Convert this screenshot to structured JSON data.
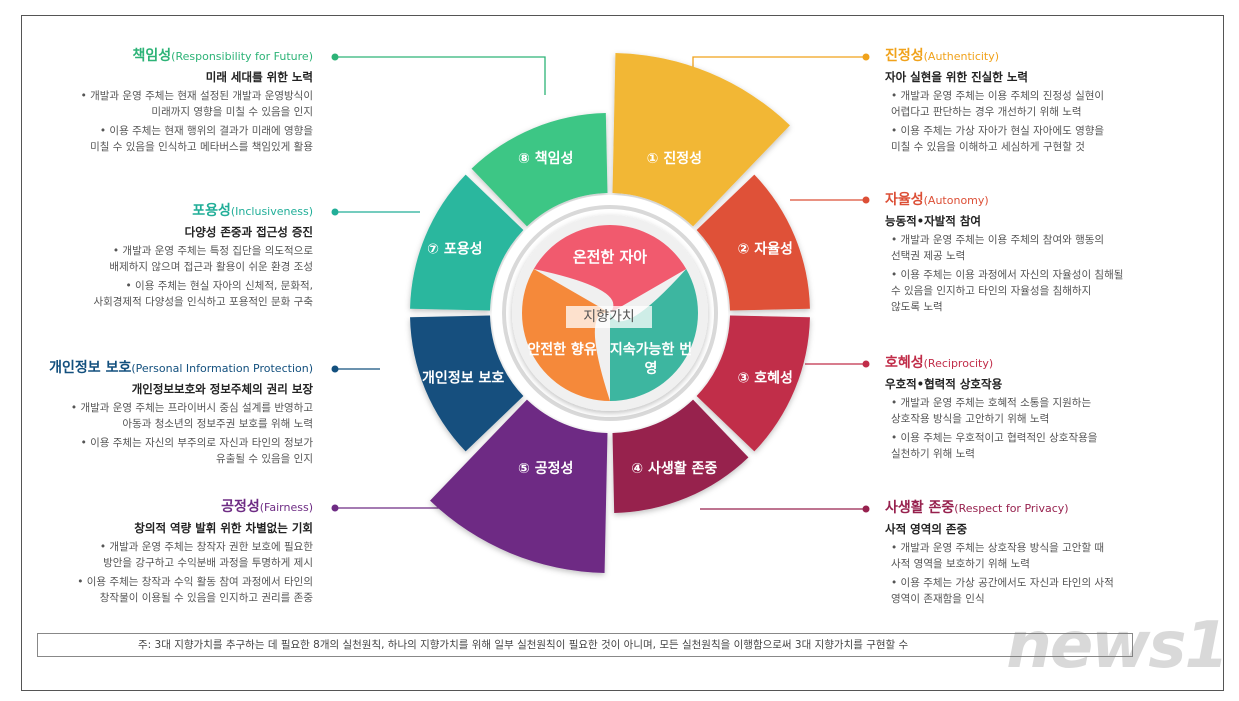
{
  "center_label": "지향가치",
  "center_values": [
    "온전한 자아",
    "지속가능한 번영",
    "안전한 향유"
  ],
  "segments": [
    {
      "label": "① 진정성",
      "color": "#F2B735"
    },
    {
      "label": "② 자율성",
      "color": "#DF5138"
    },
    {
      "label": "③ 호혜성",
      "color": "#C12D49"
    },
    {
      "label": "④ 사생활 존중",
      "color": "#97214E"
    },
    {
      "label": "⑤ 공정성",
      "color": "#6E2C84"
    },
    {
      "label": "⑥ 개인정보 보호",
      "color": "#13507E"
    },
    {
      "label": "⑦ 포용성",
      "color": "#2AB79E"
    },
    {
      "label": "⑧ 책임성",
      "color": "#3DC685"
    }
  ],
  "principles": [
    {
      "title": "진정성",
      "en": "(Authenticity)",
      "color": "#F0A21B",
      "subtitle": "자아 실현을 위한 진실한 노력",
      "bullets": [
        "• 개발과 운영 주체는 이용 주체의 진정성 실현이\n어렵다고 판단하는 경우 개선하기 위해 노력",
        "• 이용 주체는 가상 자아가 현실 자아에도 영향을\n미칠 수 있음을 이해하고 세심하게 구현할 것"
      ]
    },
    {
      "title": "자율성",
      "en": "(Autonomy)",
      "color": "#DC4F36",
      "subtitle": "능동적•자발적 참여",
      "bullets": [
        "• 개발과 운영 주체는 이용 주체의 참여와 행동의\n선택권 제공 노력",
        "• 이용 주체는 이용 과정에서 자신의 자율성이 침해될\n수 있음을 인지하고 타인의 자율성을 침해하지\n않도록 노력"
      ]
    },
    {
      "title": "호혜성",
      "en": "(Reciprocity)",
      "color": "#C12D49",
      "subtitle": "우호적•협력적 상호작용",
      "bullets": [
        "• 개발과 운영 주체는 호혜적 소통을 지원하는\n상호작용 방식을 고안하기 위해 노력",
        "• 이용 주체는 우호적이고 협력적인 상호작용을\n실천하기 위해 노력"
      ]
    },
    {
      "title": "사생활 존중",
      "en": "(Respect for Privacy)",
      "color": "#97214E",
      "subtitle": "사적 영역의 존중",
      "bullets": [
        "• 개발과 운영 주체는 상호작용 방식을 고안할 때\n사적 영역을 보호하기 위해 노력",
        "• 이용 주체는 가상 공간에서도 자신과 타인의 사적\n영역이 존재함을 인식"
      ]
    },
    {
      "title": "책임성",
      "en": "(Responsibility for Future)",
      "color": "#2DB377",
      "subtitle": "미래 세대를 위한 노력",
      "bullets": [
        "• 개발과 운영 주체는 현재 설정된 개발과 운영방식이\n미래까지 영향을 미칠 수 있음을 인지",
        "• 이용 주체는 현재 행위의 결과가 미래에 영향을\n미칠 수 있음을 인식하고 메타버스를 책임있게 활용"
      ]
    },
    {
      "title": "포용성",
      "en": "(Inclusiveness)",
      "color": "#21AE98",
      "subtitle": "다양성 존중과 접근성 증진",
      "bullets": [
        "• 개발과 운영 주체는 특정 집단을 의도적으로\n배제하지 않으며 접근과 활용이 쉬운 환경 조성",
        "• 이용 주체는 현실 자아의 신체적, 문화적,\n사회경제적 다양성을 인식하고 포용적인 문화 구축"
      ]
    },
    {
      "title": "개인정보 보호",
      "en": "(Personal Information Protection)",
      "color": "#13507E",
      "subtitle": "개인정보보호와 정보주체의 권리 보장",
      "bullets": [
        "• 개발과 운영 주체는 프라이버시 중심 설계를 반영하고\n아동과 청소년의 정보주권 보호를 위해 노력",
        "• 이용 주체는 자신의 부주의로 자신과 타인의 정보가\n유출될 수 있음을 인지"
      ]
    },
    {
      "title": "공정성",
      "en": "(Fairness)",
      "color": "#6E2C84",
      "subtitle": "창의적 역량 발휘 위한 차별없는 기회",
      "bullets": [
        "• 개발과 운영 주체는 창작자 권한 보호에 필요한\n방안을 강구하고 수익분배 과정을 투명하게 제시",
        "• 이용 주체는 창작과 수익 활동 참여 과정에서 타인의\n창작물이 이용될 수 있음을 인지하고 권리를 존중"
      ]
    }
  ],
  "footnote": "주: 3대 지향가치를 추구하는 데 필요한 8개의 실천원칙, 하나의 지향가치를 위해 일부 실천원칙이 필요한 것이 아니며, 모든 실천원칙을 이행함으로써 3대 지향가치를 구현할 수",
  "watermark": "news1"
}
